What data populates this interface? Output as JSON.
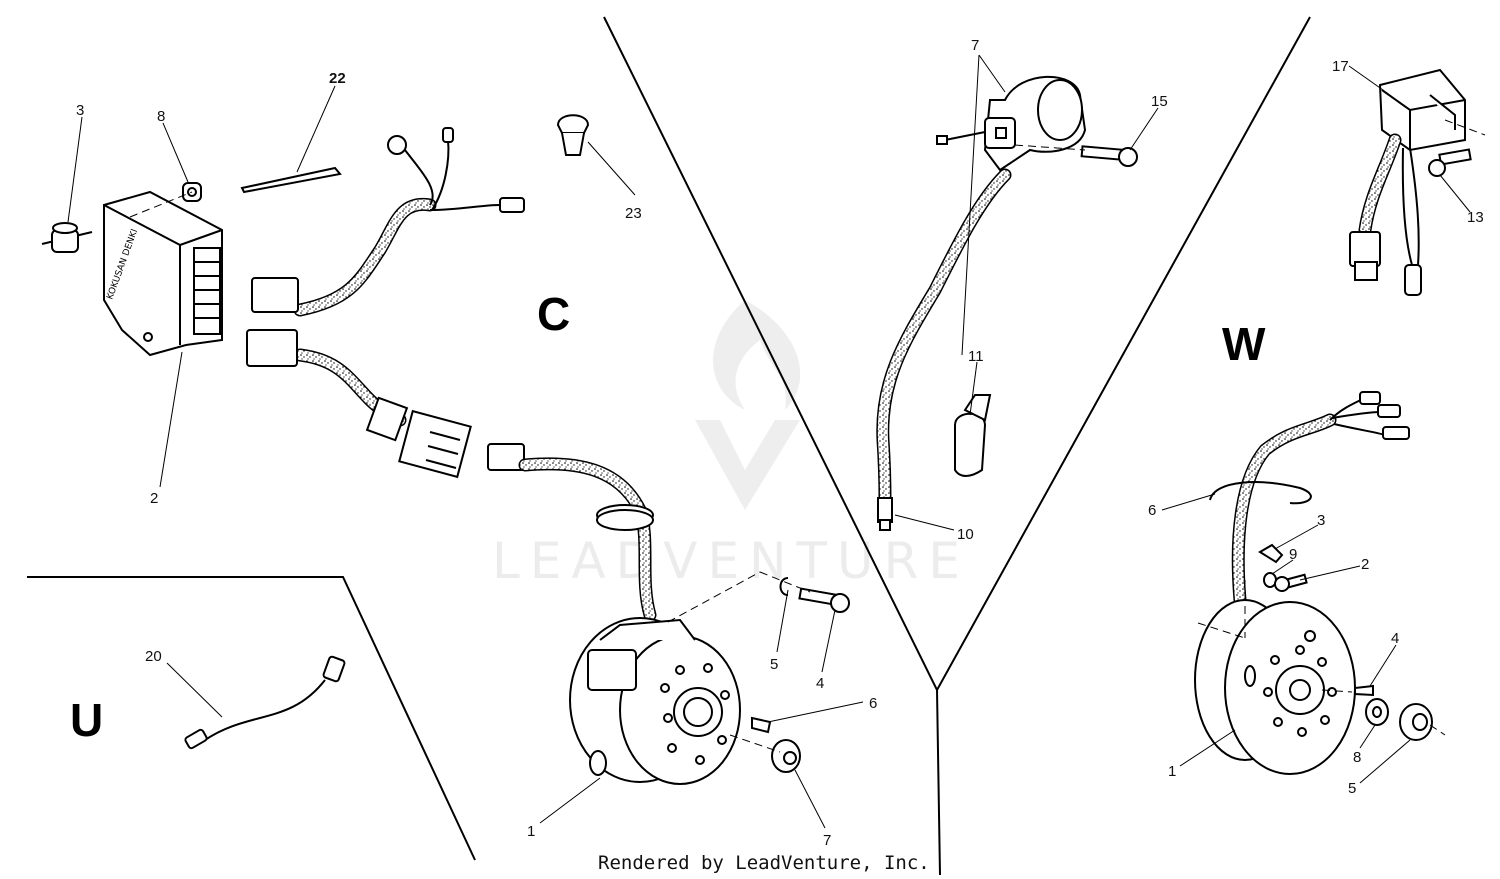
{
  "sections": {
    "c": "C",
    "u": "U",
    "w": "W"
  },
  "callouts": {
    "c_3": "3",
    "c_8": "8",
    "c_22": "22",
    "c_23": "23",
    "c_2": "2",
    "c_5": "5",
    "c_4": "4",
    "c_6": "6",
    "c_1": "1",
    "c_7": "7",
    "m_7": "7",
    "m_15": "15",
    "m_11": "11",
    "m_10": "10",
    "w_17": "17",
    "w_13": "13",
    "w_6": "6",
    "w_3": "3",
    "w_9": "9",
    "w_2": "2",
    "w_4": "4",
    "w_8": "8",
    "w_1": "1",
    "w_5": "5",
    "u_20": "20"
  },
  "footer": {
    "credit": "Rendered by LeadVenture, Inc."
  },
  "watermark": {
    "text": "LEADVENTURE"
  }
}
